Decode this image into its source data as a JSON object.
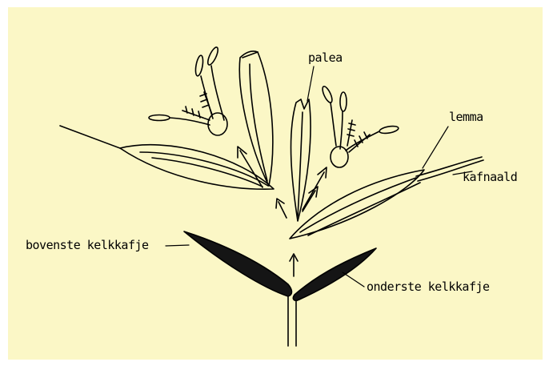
{
  "colors": {
    "background": "#fbf7c6",
    "page": "#ffffff",
    "ink": "#000000",
    "glume_fill": "#151515"
  },
  "labels": {
    "palea": "palea",
    "lemma": "lemma",
    "kafnaald": "kafnaald",
    "bovenste_kelkkafje": "bovenste kelkkafje",
    "onderste_kelkkafje": "onderste kelkkafje"
  }
}
